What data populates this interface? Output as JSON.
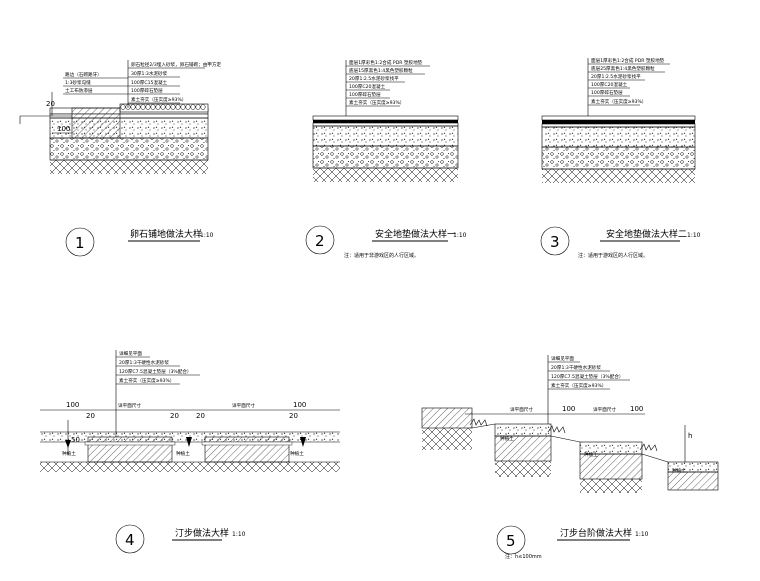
{
  "details": [
    {
      "number": "1",
      "title": "卵石铺地做法大样",
      "scale": "1:10",
      "note": "",
      "layers": [
        "卵石粒径2/3埋入砂浆，卵石铺砌；由甲方定",
        "30厚1:3水泥砂浆",
        "100厚C15混凝土",
        "100厚碎石垫层",
        "素土夯实（压实度≥93%）"
      ],
      "side_labels": [
        "路边（石砌路牙）",
        "1:3砂浆勾缝",
        "土工布防渗层"
      ],
      "dims": [
        "20",
        "100"
      ]
    },
    {
      "number": "2",
      "title": "安全地垫做法大样一",
      "scale": "1:10",
      "note": "注：适用于非游戏区的人行区域。",
      "layers": [
        "面层1厚彩色1:2合成 PDR 塑胶地垫",
        "底层15厚黑色1:4黑色塑胶颗粒",
        "20厚1:2.5水泥砂浆找平",
        "100厚C20混凝土",
        "100厚碎石垫层",
        "素土夯实（压实度≥93%）"
      ]
    },
    {
      "number": "3",
      "title": "安全地垫做法大样二",
      "scale": "1:10",
      "note": "注：适用于游戏区的人行区域。",
      "layers": [
        "面层1厚彩色1:2合成 PDR 塑胶地垫",
        "底层25厚黑色1:4黑色塑胶颗粒",
        "20厚1:2.5水泥砂浆找平",
        "100厚C20混凝土",
        "100厚碎石垫层",
        "素土夯实（压实度≥93%）"
      ]
    },
    {
      "number": "4",
      "title": "汀步做法大样",
      "scale": "1:10",
      "note": "",
      "layers": [
        "详细见平面",
        "20厚1:3干硬性水泥砂浆",
        "120厚C7.5混凝土垫层（3%配合）",
        "素土夯实（压实度≥93%）"
      ],
      "dims": [
        "100",
        "20",
        "详平面尺寸",
        "20",
        "20",
        "详平面尺寸",
        "20",
        "100"
      ],
      "fill_label": "种植土"
    },
    {
      "number": "5",
      "title": "汀步台阶做法大样",
      "scale": "1:10",
      "note": "注：h≤100mm",
      "layers": [
        "详细见平面",
        "20厚1:3干硬性水泥砂浆",
        "120厚C7.5混凝土垫层（3%配合）",
        "素土夯实（压实度≥93%）"
      ],
      "dims": [
        "详平面尺寸",
        "100",
        "详平面尺寸",
        "100",
        "h"
      ],
      "fill_label": "种植土"
    }
  ]
}
